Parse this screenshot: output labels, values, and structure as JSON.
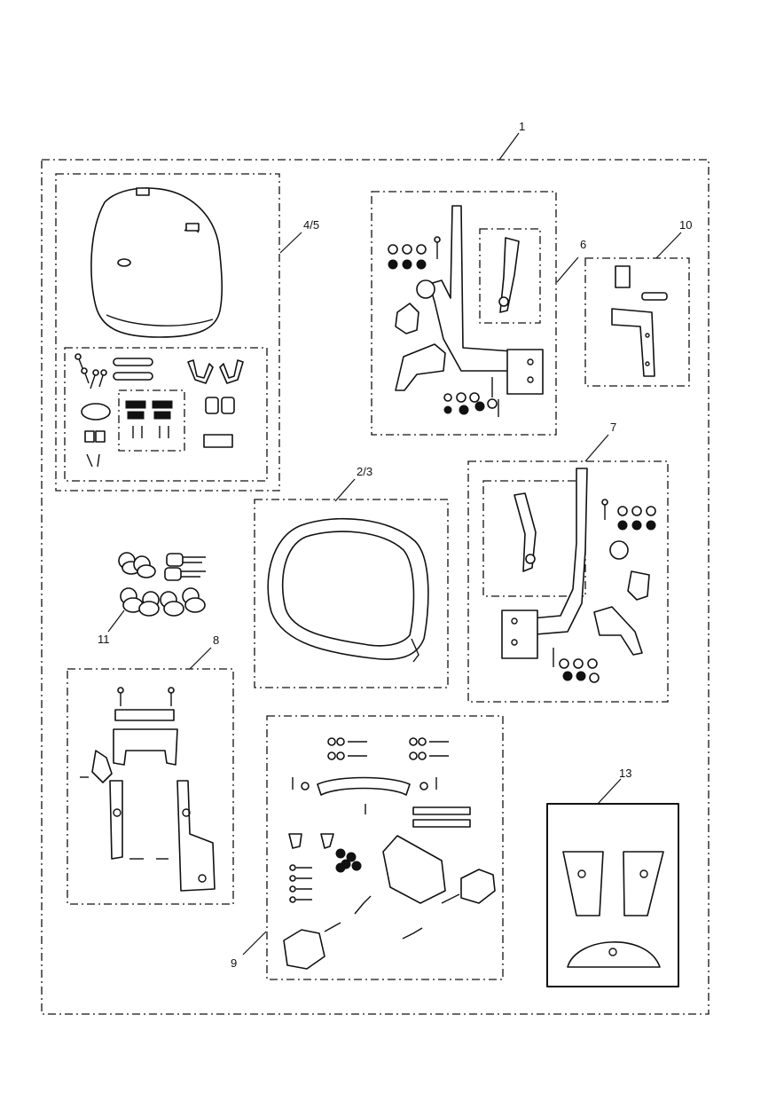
{
  "labels": {
    "l1": "1",
    "l45": "4/5",
    "l6": "6",
    "l10": "10",
    "l7": "7",
    "l23": "2/3",
    "l11": "11",
    "l8": "8",
    "l9": "9",
    "l13": "13"
  }
}
